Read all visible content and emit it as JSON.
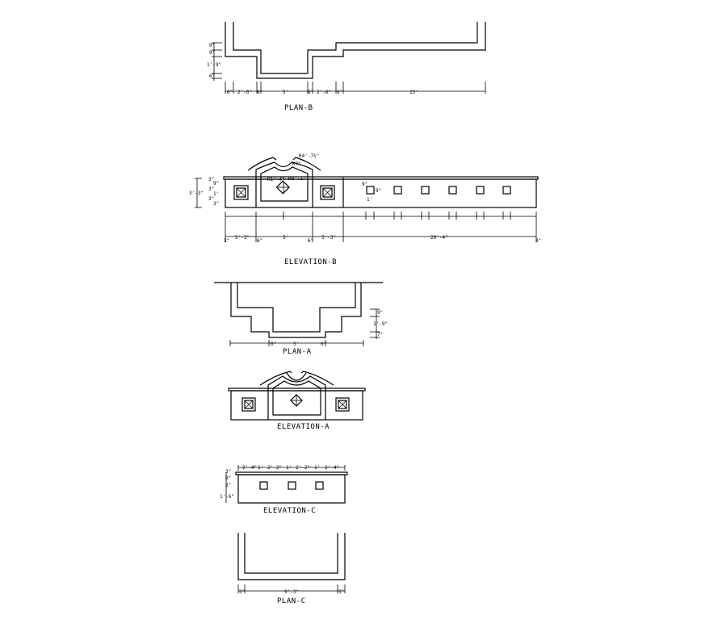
{
  "drawings": {
    "plan_b": {
      "title": "PLAN-B",
      "dims_bottom": [
        "6\"",
        "2'-6\"",
        "6\"",
        "5'",
        "6\"",
        "2'-6\"",
        "6\"",
        "15'"
      ],
      "dims_left": [
        "9\"",
        "9\"",
        "1'-9\"",
        "6\""
      ]
    },
    "elevation_b": {
      "title": "ELEVATION-B",
      "radius_labels": [
        "R4'-7½\"",
        "R7\"",
        "R1'-4\"",
        "R8'-1\""
      ],
      "dims_left": [
        "3\"",
        "9\"",
        "3\"",
        "1'",
        "3\"",
        "3\"",
        "3'-3\""
      ],
      "dims_overall": [
        "3\"",
        "5'-3\"",
        "6\"",
        "5'",
        "6\"",
        "5'-3\"",
        "20'-4\"",
        "3\""
      ],
      "window_dims": [
        "9\"",
        "9\"",
        "1'"
      ]
    },
    "plan_a": {
      "title": "PLAN-A",
      "dims_bottom": [
        "5'",
        "6\"",
        "6\""
      ],
      "dims_right": [
        "9\"",
        "1'-9\"",
        "7\""
      ]
    },
    "elevation_a": {
      "title": "ELEVATION-A"
    },
    "elevation_c": {
      "title": "ELEVATION-C",
      "dims_top": [
        "2'-4\"",
        "1'",
        "2'-2\"",
        "1'",
        "2'-2\"",
        "1'",
        "2'-4\""
      ],
      "dims_left": [
        "3\"",
        "9\"",
        "3\"",
        "1'-6\""
      ]
    },
    "plan_c": {
      "title": "PLAN-C",
      "dims_bottom": [
        "5\"",
        "9'-3\"",
        "5\""
      ]
    }
  }
}
